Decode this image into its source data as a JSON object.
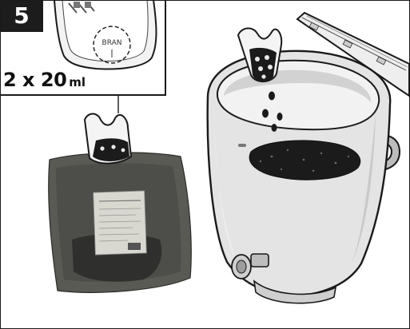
{
  "step": {
    "number": "5"
  },
  "inset": {
    "dose_amount": "2 x 20",
    "dose_unit": "ml",
    "container_label": "BRAN"
  },
  "colors": {
    "badge_background": "#1c1c1c",
    "badge_text": "#ffffff",
    "line_art": "#1a1a1a",
    "bin_body": "#e4e4e4",
    "bran_fill": "#1b1b1b",
    "bag": "#5a5a55"
  },
  "icons": {
    "scoop": "bran-scoop-icon",
    "bin": "compost-bin-icon",
    "bag": "bran-bag-icon",
    "granules": "bran-granules-icon"
  }
}
